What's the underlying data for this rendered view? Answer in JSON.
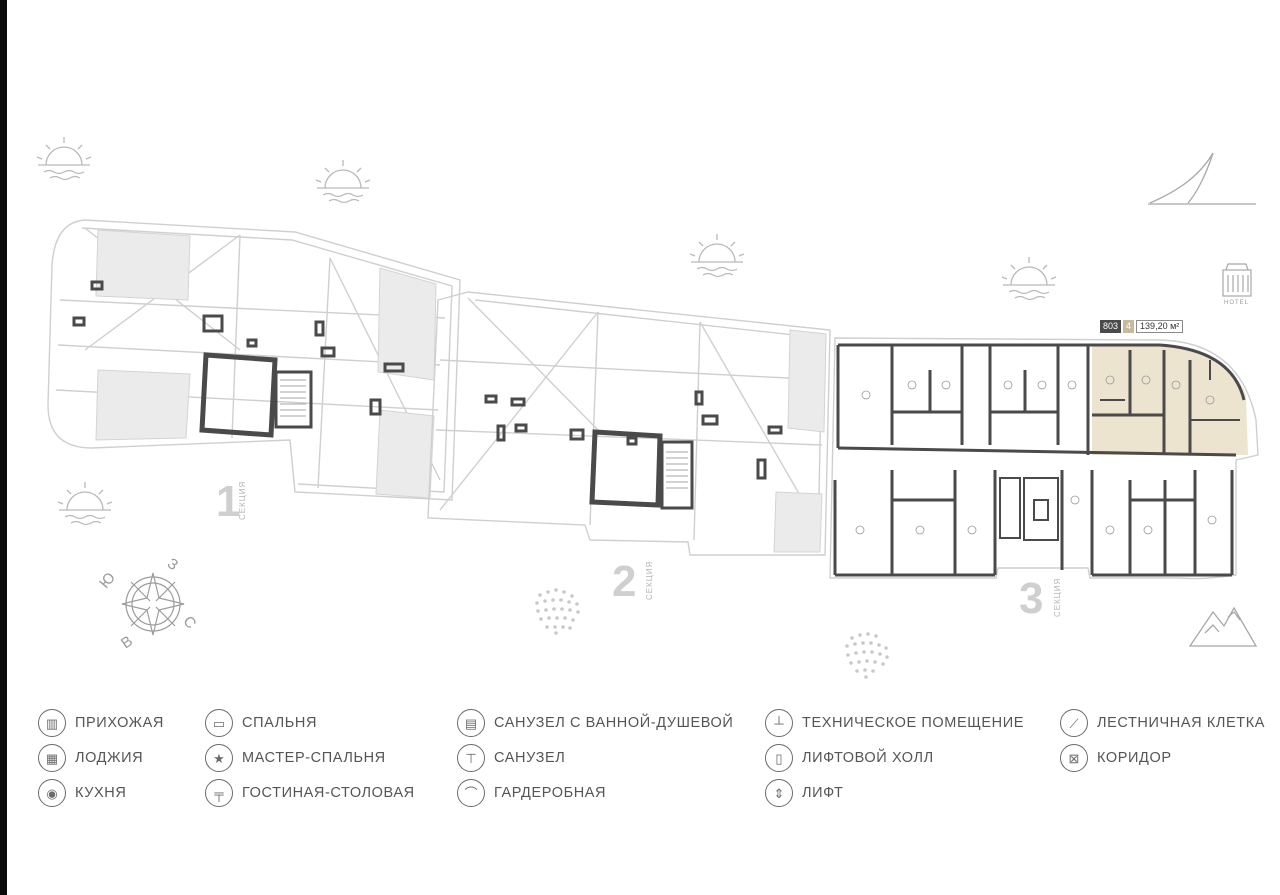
{
  "apartment": {
    "number": "803",
    "rooms": "4",
    "area": "139,20 м²"
  },
  "sections": [
    {
      "number": "1",
      "word": "СЕКЦИЯ"
    },
    {
      "number": "2",
      "word": "СЕКЦИЯ"
    },
    {
      "number": "3",
      "word": "СЕКЦИЯ"
    }
  ],
  "compass": {
    "n": "С",
    "s": "Ю",
    "e": "В",
    "w": "З"
  },
  "hotel_label": "HOTEL",
  "legend": [
    {
      "icon": "hallway-icon",
      "label": "ПРИХОЖАЯ"
    },
    {
      "icon": "loggia-icon",
      "label": "ЛОДЖИЯ"
    },
    {
      "icon": "kitchen-icon",
      "label": "КУХНЯ"
    },
    {
      "icon": "bedroom-icon",
      "label": "СПАЛЬНЯ"
    },
    {
      "icon": "master-bedroom-icon",
      "label": "МАСТЕР-СПАЛЬНЯ"
    },
    {
      "icon": "living-dining-icon",
      "label": "ГОСТИНАЯ-СТОЛОВАЯ"
    },
    {
      "icon": "bathroom-shower-icon",
      "label": "САНУЗЕЛ С ВАННОЙ-ДУШЕВОЙ"
    },
    {
      "icon": "toilet-icon",
      "label": "САНУЗЕЛ"
    },
    {
      "icon": "wardrobe-icon",
      "label": "ГАРДЕРОБНАЯ"
    },
    {
      "icon": "technical-room-icon",
      "label": "ТЕХНИЧЕСКОЕ ПОМЕЩЕНИЕ"
    },
    {
      "icon": "elevator-hall-icon",
      "label": "ЛИФТОВОЙ ХОЛЛ"
    },
    {
      "icon": "elevator-icon",
      "label": "ЛИФТ"
    },
    {
      "icon": "staircase-icon",
      "label": "ЛЕСТНИЧНАЯ КЛЕТКА"
    },
    {
      "icon": "corridor-icon",
      "label": "КОРИДОР"
    }
  ],
  "colors": {
    "highlight": "#e9dfc9",
    "wall": "#4a4a4a",
    "outline": "#c9c9c9",
    "text": "#555555"
  }
}
